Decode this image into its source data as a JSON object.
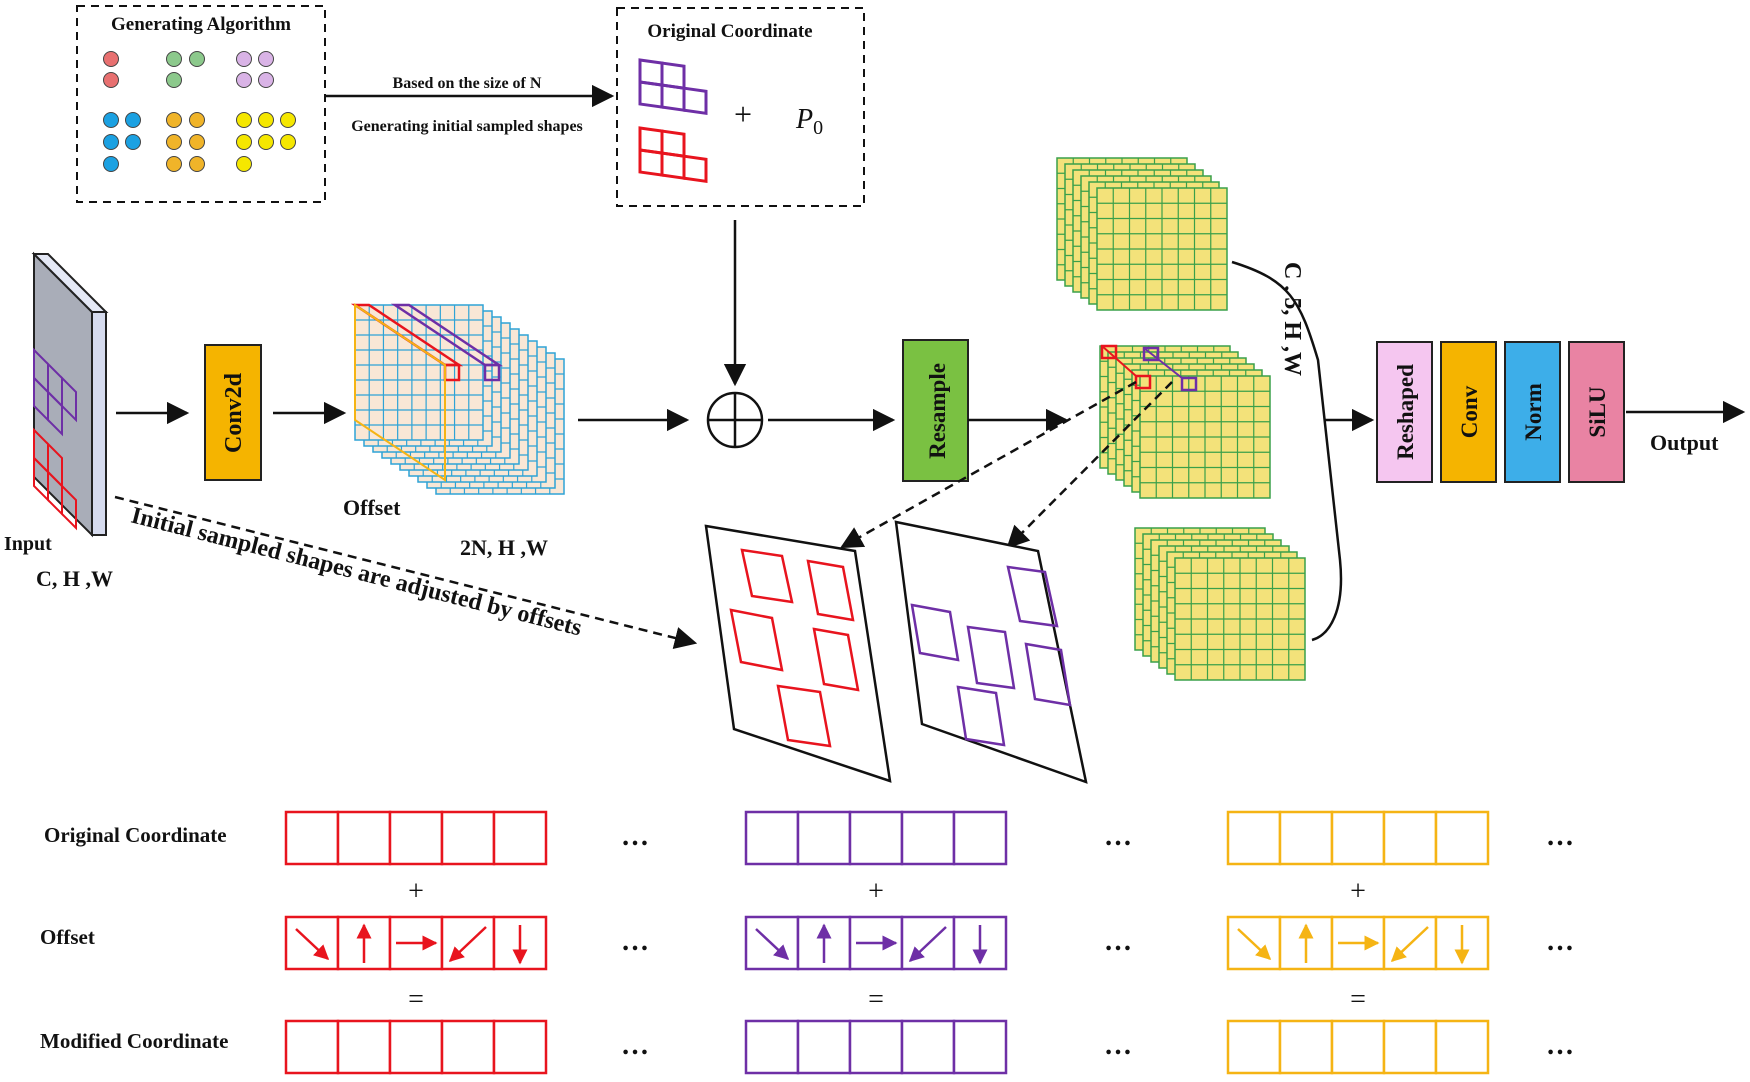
{
  "generating_algorithm": {
    "title": "Generating Algorithm",
    "dot_colors": [
      "#e87070",
      "#8cc98c",
      "#d9b3e6",
      "#1ba1e2",
      "#f0b429",
      "#f5e700"
    ]
  },
  "arrow_top": {
    "line1": "Based on the size of N",
    "line2": "Generating initial sampled shapes"
  },
  "original_coordinate_box": {
    "title": "Original Coordinate",
    "plus": "+",
    "p0": "P",
    "p0_sub": "0"
  },
  "input": {
    "label": "Input",
    "dims": "C, H ,W"
  },
  "conv2d": {
    "label": "Conv2d",
    "color": "#f5b400"
  },
  "offset_block": {
    "label": "Offset",
    "dims": "2N, H ,W"
  },
  "sum_symbol": "⊕",
  "resample": {
    "label": "Resample",
    "color": "#7ac142"
  },
  "stack_dims": "C , 5, H ,W",
  "adjust_label": "Initial sampled shapes are adjusted by offsets",
  "pipeline": [
    {
      "label": "Reshaped",
      "color": "#f5c6f0"
    },
    {
      "label": "Conv",
      "color": "#f5b400"
    },
    {
      "label": "Norm",
      "color": "#3daee9"
    },
    {
      "label": "SiLU",
      "color": "#e983a3"
    }
  ],
  "output_label": "Output",
  "rows": {
    "original": "Original Coordinate",
    "offset": "Offset",
    "modified": "Modified Coordinate",
    "plus": "+",
    "equals": "=",
    "ellipsis": "…"
  },
  "colors": {
    "red": "#e8141e",
    "purple": "#6e2fa6",
    "orange": "#f5b414",
    "grid_blue": "#2fa3d6",
    "grid_green": "#3aa04a",
    "cell_yellow": "#f3e27a",
    "cell_peach": "#f9e7d6"
  }
}
